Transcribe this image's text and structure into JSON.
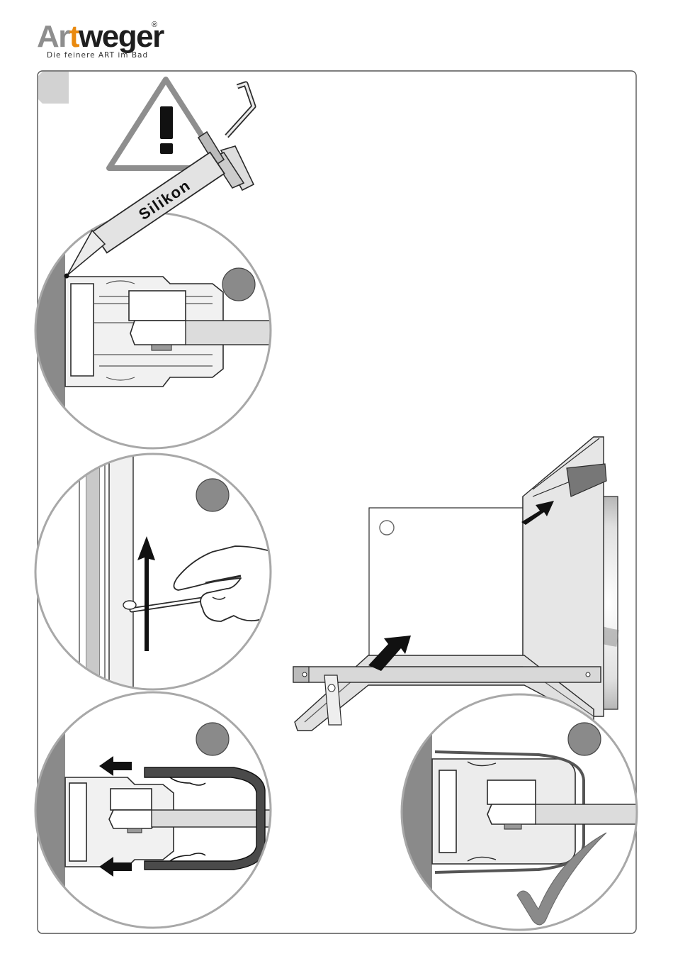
{
  "brand": {
    "name_part1": "Ar",
    "name_part2": "t",
    "name_part3": "weger",
    "registered": "®",
    "tagline": "Die feinere ART im Bad"
  },
  "labels": {
    "tube": "Silikon"
  },
  "colors": {
    "accent": "#e98a10",
    "panel_border": "#555555",
    "circle_border": "#a8a8a8",
    "step_marker": "#8a8a8a",
    "dark": "#222222"
  },
  "icons": [
    "warning-triangle-icon",
    "arrow-icon",
    "checkmark-icon"
  ]
}
